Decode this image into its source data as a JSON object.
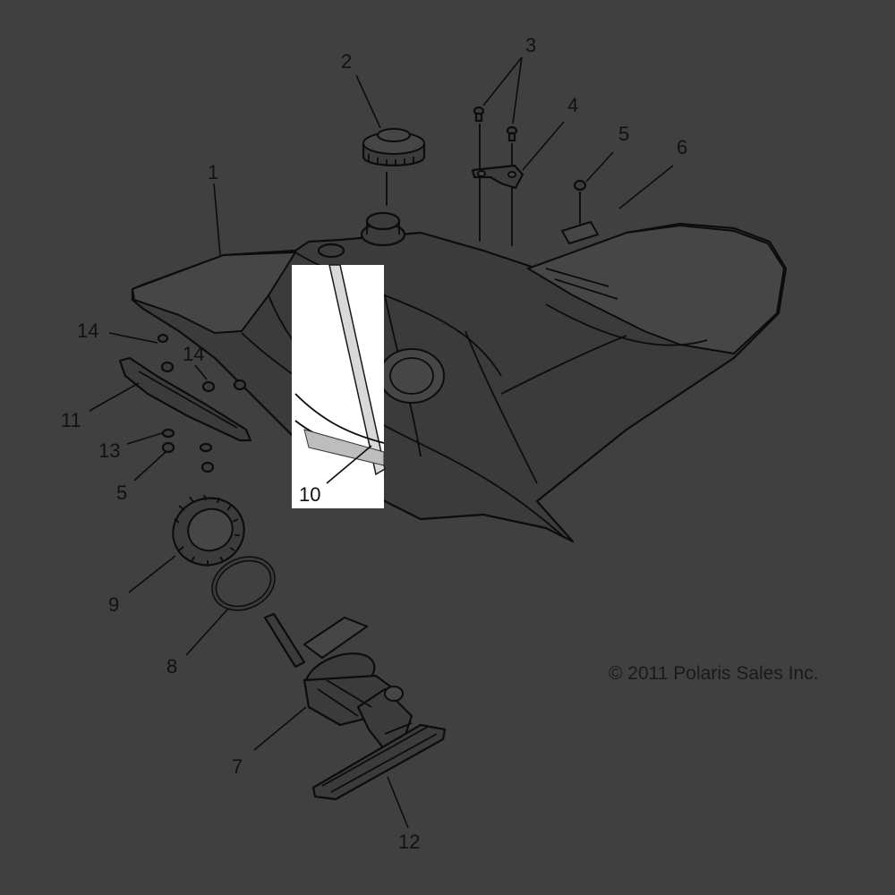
{
  "diagram": {
    "copyright": "© 2011 Polaris Sales Inc.",
    "callouts": [
      {
        "id": "1",
        "text": "1"
      },
      {
        "id": "2",
        "text": "2"
      },
      {
        "id": "3",
        "text": "3"
      },
      {
        "id": "4",
        "text": "4"
      },
      {
        "id": "5a",
        "text": "5"
      },
      {
        "id": "6",
        "text": "6"
      },
      {
        "id": "14a",
        "text": "14"
      },
      {
        "id": "14b",
        "text": "14"
      },
      {
        "id": "11",
        "text": "11"
      },
      {
        "id": "13",
        "text": "13"
      },
      {
        "id": "5b",
        "text": "5"
      },
      {
        "id": "10",
        "text": "10"
      },
      {
        "id": "9",
        "text": "9"
      },
      {
        "id": "8",
        "text": "8"
      },
      {
        "id": "7",
        "text": "7"
      },
      {
        "id": "12",
        "text": "12"
      }
    ]
  }
}
